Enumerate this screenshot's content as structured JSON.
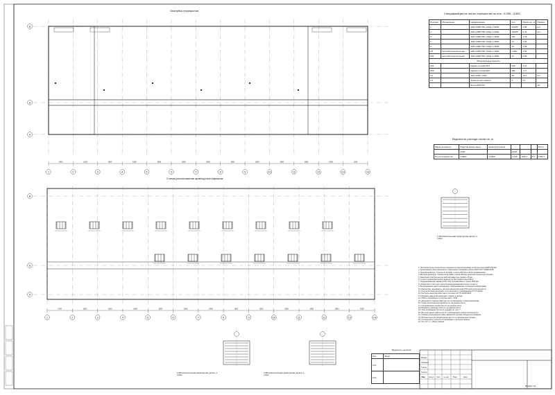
{
  "titles": {
    "plan_slab": "Опалубка перекрытия",
    "scheme_cages": "Схема расположения арматурных каркасов",
    "spec_title": "Спецификация на плиты перекрытия на отм. -0.050, -3.550",
    "bom_title": "Ведомость расхода стали на, кг",
    "vedomost_title": "Ведомость деталей",
    "cage_label_1": "1 (Вспомогательная арматурная деталь 1 этаж)",
    "cage_label_2": "2 (Вспомогательная арматурная деталь 1 этаж)",
    "cage_label_3": "3 (Вспомогательная арматурная деталь 1 этаж)",
    "sheet_number": "Формат А1"
  },
  "axes_letters": [
    "А",
    "Б",
    "В"
  ],
  "axes_numbers": [
    "1",
    "2",
    "3",
    "4",
    "5",
    "6",
    "7",
    "8",
    "9",
    "10",
    "11",
    "12",
    "13",
    "14"
  ],
  "dims_top": [
    "2900",
    "1000",
    "1800",
    "1800",
    "1800",
    "1800",
    "1800",
    "1800",
    "1800",
    "1800",
    "1800",
    "1800",
    "1000",
    "2900"
  ],
  "dims_bottom": [
    "2700",
    "1800",
    "1800",
    "1800",
    "1800",
    "1800",
    "1800",
    "1800",
    "1800",
    "1800",
    "1800",
    "1800",
    "1800",
    "2700"
  ],
  "spec": {
    "headers": [
      "Позиция",
      "Обозначение",
      "Наименование",
      "Кол.",
      "Масса ед., кг",
      "Примеч."
    ],
    "rows": [
      [
        "1",
        "",
        "4НП-А400СТБ1 (23ф) L=2000",
        "16/205",
        "0.89",
        "м.п."
      ],
      [
        "2",
        "",
        "4НП-А400СТБ1 (23ф) L=2000",
        "16/205",
        "0.42",
        "м.п."
      ],
      [
        "3",
        "",
        "4НП-А400СТБ1 (23ф) L=1800",
        "200",
        "1.78",
        ""
      ],
      [
        "4",
        "",
        "4НП-А400СТБ1 (23ф) L=1800",
        "14",
        "1.96",
        ""
      ],
      [
        "5",
        "",
        "4НП-А400СТБ1 (23ф) L=1800",
        "10",
        "1.58",
        ""
      ],
      [
        "КП",
        "Сетка Вспомогательная",
        "4НП-А400СТБ1 (23ф) L=1800",
        "4.000",
        "1.65",
        ""
      ],
      [
        "КП1",
        "Сетка Вспомогательная",
        "4НП-А400СТБ1 (23ф) L=1800",
        "12",
        "0.99",
        ""
      ]
    ],
    "section2_title": "Материальные изделия",
    "rows2": [
      [
        "КР1",
        "",
        "Каркас плоский КР1",
        "245",
        "1.37",
        ""
      ],
      [
        "КР2",
        "",
        "Каркас плоский КР2",
        "280",
        "1.77",
        ""
      ],
      [
        "3.1",
        "",
        "4НП-А240 L=600",
        "28",
        "14.4",
        "м.п."
      ],
      [
        "3.2",
        "",
        "Арматурный элемент",
        "0",
        "0.1",
        ""
      ],
      [
        "",
        "",
        "Бетон В25 F50",
        "",
        "",
        "м3"
      ]
    ]
  },
  "bom": {
    "head": [
      "Марка элемента",
      "Изделия арматурные",
      "Арматура класса",
      "",
      "",
      "",
      "Итого"
    ],
    "sub": [
      "",
      "А400",
      "",
      "А240",
      "",
      "",
      ""
    ],
    "row": [
      "Плита перекрытия",
      "2.0810",
      "2.0810",
      "1.045",
      "1045.7",
      "5.5",
      "2795.4"
    ]
  },
  "vedomost": {
    "headers": [
      "Поз.",
      "Эскиз"
    ],
    "rows": [
      [
        "1С1",
        ""
      ],
      [
        "1С1",
        ""
      ]
    ]
  },
  "notes": [
    "1. Железобетонные монолитные перекрытия запроектированы из бетона класса В25 F50 W4.",
    "2. Армирование плиты выполнено отдельными стержнями класса А400 ГОСТ 34028-2016.",
    "3. Нижняя арматура: стержни d=12 А400 с шагом 200 мм в обоих направлениях.",
    "4. Верхняя арматура: стержни d=12 А400 с шагом 200 мм; дополнительная над опорами.",
    "5. Защитный слой бетона для рабочей арматуры принять 25 мм.",
    "6. Стыки стержней выполнять внахлестку без сварки длиной 50 d.",
    "7. Поддерживающие каркасы КР1, КР2 устанавливать с шагом 1000 мм.",
    "8. Отверстия в плите для пропуска коммуникаций выполнять по месту.",
    "9. Бетонирование вести непрерывно с вибрированием глубинными вибраторами.",
    "10. Распалубку производить при достижении бетоном 70% проектной прочности.",
    "11. Уход за бетоном выполнять в соответствии с требованиями СП 70.13330.",
    "12. Контроль качества работ вести согласно СП 70.13330.2012.",
    "13. Размеры даны в миллиметрах, отметки в метрах.",
    "14. Работы производить в соответствии с ППР.",
    "15. Допускается замена арматуры по согласованию с проектировщиком.",
    "16. Схему расположения каркасов см. на данном листе.",
    "17. Спецификацию элементов см. на данном листе.",
    "18. Ведомость расхода стали см. на данном листе.",
    "19. Узлы сопряжения плиты со стенами см. лист 7.",
    "20. Все монтажные работы вести с соблюдением техники безопасности.",
    "21. Приемку выполненных работ оформлять актами освидетельствования.",
    "22. Исполнительную документацию вести в установленном порядке.",
    "23. Отклонения от проекта согласовывать с автором проекта.",
    "24. См. лист 1 - общие данные."
  ],
  "stamp": {
    "rows": [
      "Изм.",
      "Кол.уч",
      "Лист",
      "№ док",
      "Подп.",
      "Дата"
    ],
    "roles": [
      "Разраб.",
      "Проверил",
      "Т.контр.",
      "Н.контр.",
      "Утв."
    ]
  }
}
